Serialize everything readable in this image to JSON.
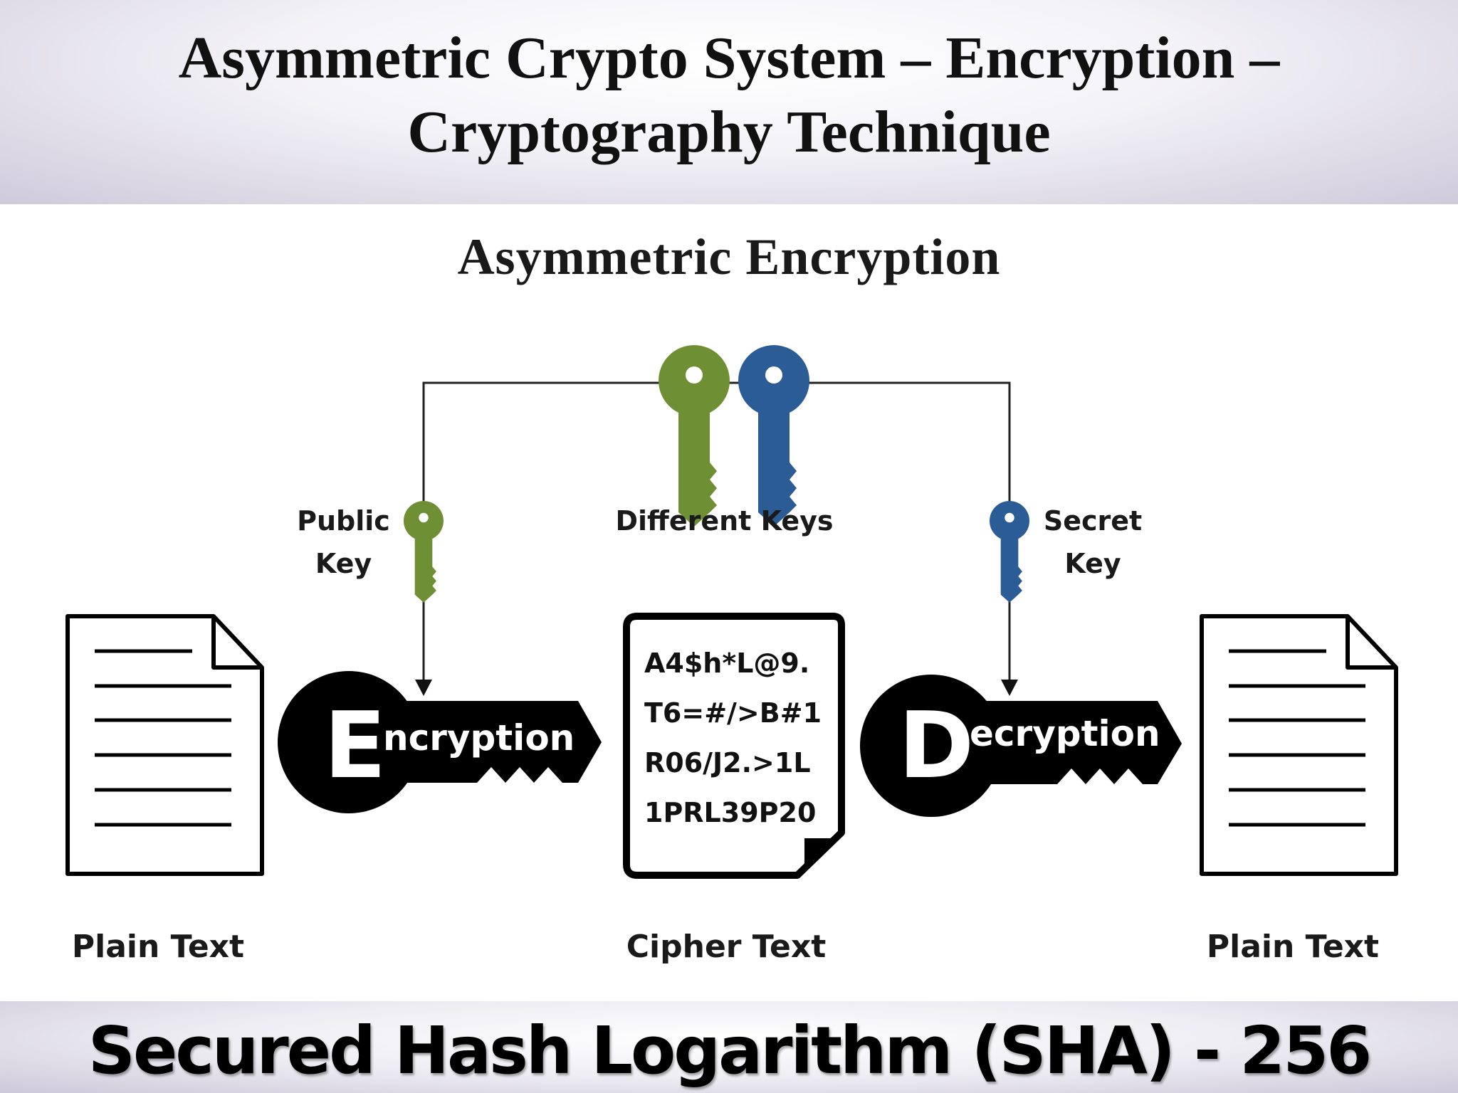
{
  "header": {
    "title_line1": "Asymmetric Crypto System – Encryption –",
    "title_line2": "Cryptography Technique"
  },
  "diagram": {
    "title": "Asymmetric Encryption",
    "public_key_label": {
      "line1": "Public",
      "line2": "Key"
    },
    "different_keys_label": "Different Keys",
    "secret_key_label": {
      "line1": "Secret",
      "line2": "Key"
    },
    "encryption": {
      "initial": "E",
      "rest": "ncryption"
    },
    "decryption": {
      "initial": "D",
      "rest": "ecryption"
    },
    "cipher_lines": [
      "A4$h*L@9.",
      "T6=#/>B#1",
      "R06/J2.>1L",
      "1PRL39P20"
    ],
    "plain_text_left": "Plain Text",
    "cipher_text": "Cipher Text",
    "plain_text_right": "Plain Text",
    "colors": {
      "public_key": "#6f8f35",
      "secret_key": "#2b5c95",
      "ink": "#000000"
    },
    "icons": [
      "document-icon",
      "green-key-icon",
      "blue-key-icon",
      "encryption-key-shape",
      "decryption-key-shape"
    ]
  },
  "footer": {
    "title": "Secured Hash Logarithm (SHA) - 256"
  }
}
